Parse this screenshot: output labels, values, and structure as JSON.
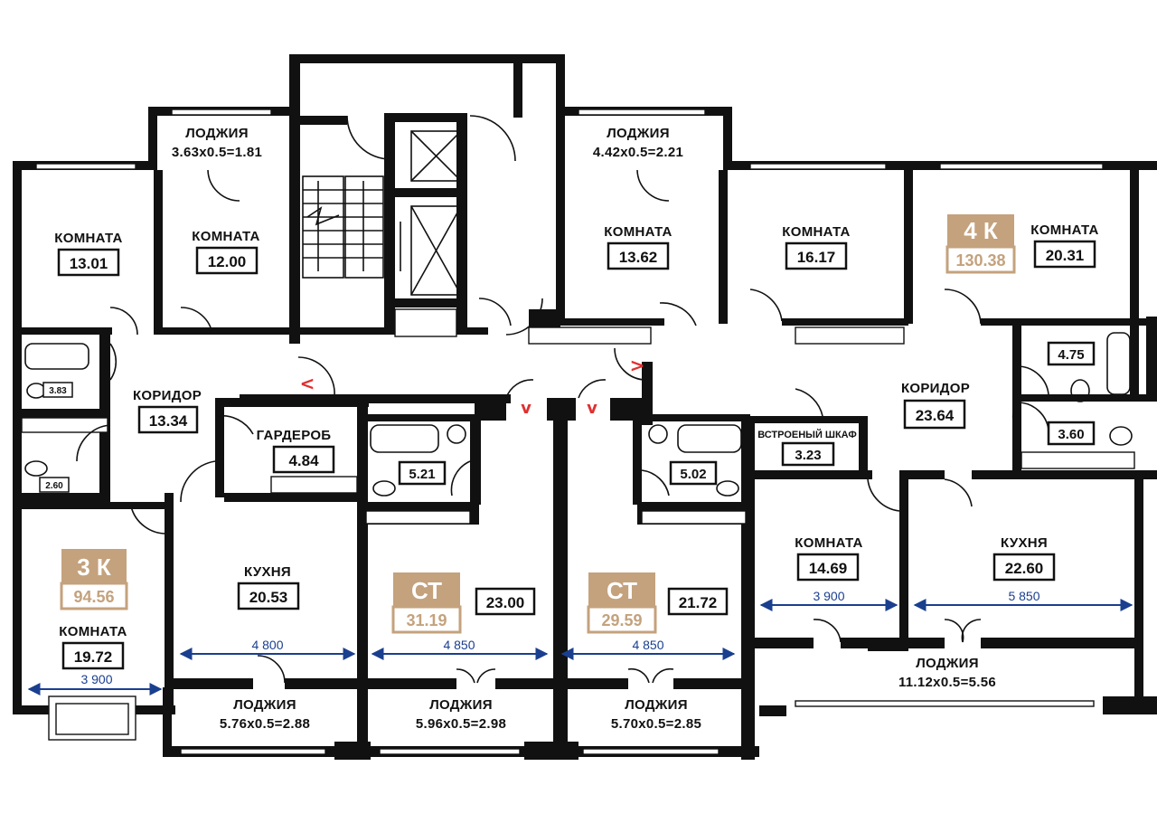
{
  "colors": {
    "wall": "#111111",
    "dimension": "#1a3f8f",
    "tag": "#c4a27d",
    "entrance_marker": "#e03030"
  },
  "rooms": {
    "l_komnata_a": {
      "label": "КОМНАТА",
      "area": "13.01"
    },
    "l_komnata_b": {
      "label": "КОМНАТА",
      "area": "12.00"
    },
    "l_loggia_top": {
      "label": "ЛОДЖИЯ",
      "formula": "3.63x0.5=1.81"
    },
    "l_bath": {
      "area": "3.83"
    },
    "l_wc": {
      "area": "2.60"
    },
    "l_corridor": {
      "label": "КОРИДОР",
      "area": "13.34"
    },
    "l_wardrobe": {
      "label": "ГАРДЕРОБ",
      "area": "4.84"
    },
    "l_komnata_c": {
      "label": "КОМНАТА",
      "area": "19.72",
      "dim": "3 900"
    },
    "l_kitchen": {
      "label": "КУХНЯ",
      "area": "20.53",
      "dim": "4 800"
    },
    "l_loggia_bottom": {
      "label": "ЛОДЖИЯ",
      "formula": "5.76x0.5=2.88"
    },
    "s1_bath": {
      "area": "5.21"
    },
    "s1_main": {
      "area": "23.00",
      "dim": "4 850"
    },
    "s1_loggia": {
      "label": "ЛОДЖИЯ",
      "formula": "5.96x0.5=2.98"
    },
    "s2_bath": {
      "area": "5.02"
    },
    "s2_main": {
      "area": "21.72",
      "dim": "4 850"
    },
    "s2_loggia": {
      "label": "ЛОДЖИЯ",
      "formula": "5.70x0.5=2.85"
    },
    "r_loggia_top": {
      "label": "ЛОДЖИЯ",
      "formula": "4.42x0.5=2.21"
    },
    "r_komnata_a": {
      "label": "КОМНАТА",
      "area": "13.62"
    },
    "r_komnata_b": {
      "label": "КОМНАТА",
      "area": "16.17"
    },
    "r_komnata_c": {
      "label": "КОМНАТА",
      "area": "20.31"
    },
    "r_bath_a": {
      "area": "4.75"
    },
    "r_bath_b": {
      "area": "3.60"
    },
    "r_corridor": {
      "label": "КОРИДОР",
      "area": "23.64"
    },
    "r_closet": {
      "label": "ВСТРОЕНЫЙ ШКАФ",
      "area": "3.23"
    },
    "r_komnata_d": {
      "label": "КОМНАТА",
      "area": "14.69",
      "dim": "3 900"
    },
    "r_kitchen": {
      "label": "КУХНЯ",
      "area": "22.60",
      "dim": "5 850"
    },
    "r_loggia_bottom": {
      "label": "ЛОДЖИЯ",
      "formula": "11.12x0.5=5.56"
    }
  },
  "apartments": {
    "apt_3k": {
      "type": "3 К",
      "total": "94.56"
    },
    "apt_st1": {
      "type": "СТ",
      "total": "31.19"
    },
    "apt_st2": {
      "type": "СТ",
      "total": "29.59"
    },
    "apt_4k": {
      "type": "4 К",
      "total": "130.38"
    }
  },
  "entrances": {
    "left": "<",
    "right": ">",
    "mid_a": "v",
    "mid_b": "v"
  }
}
